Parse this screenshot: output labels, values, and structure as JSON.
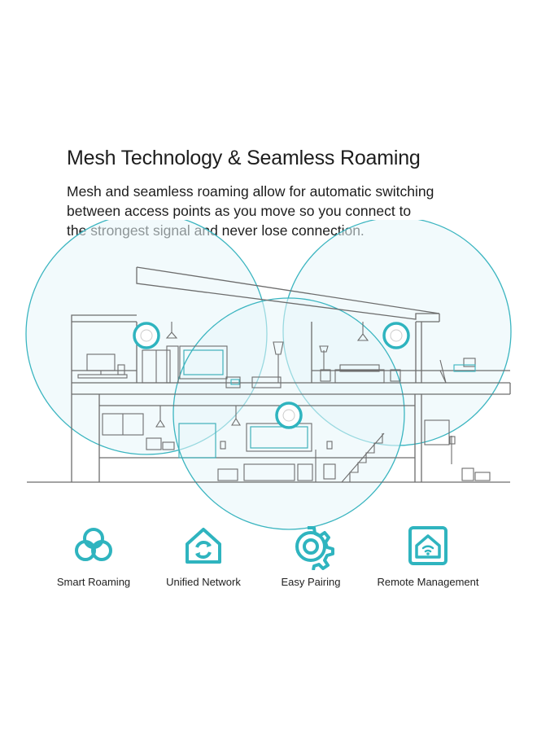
{
  "heading": "Mesh Technology & Seamless Roaming",
  "description": {
    "line1": "Mesh and seamless roaming allow for automatic switching",
    "line2": "between access points as you move so you connect to",
    "line3": "the strongest signal and never lose connection."
  },
  "colors": {
    "accent": "#2fb4bf",
    "coverage_fill": "#e7f5f8",
    "line": "#6b6b6b"
  },
  "features": [
    {
      "label": "Smart Roaming",
      "icon": "smart-roaming-icon"
    },
    {
      "label": "Unified Network",
      "icon": "unified-network-icon"
    },
    {
      "label": "Easy Pairing",
      "icon": "easy-pairing-icon"
    },
    {
      "label": "Remote Management",
      "icon": "remote-management-icon"
    }
  ]
}
